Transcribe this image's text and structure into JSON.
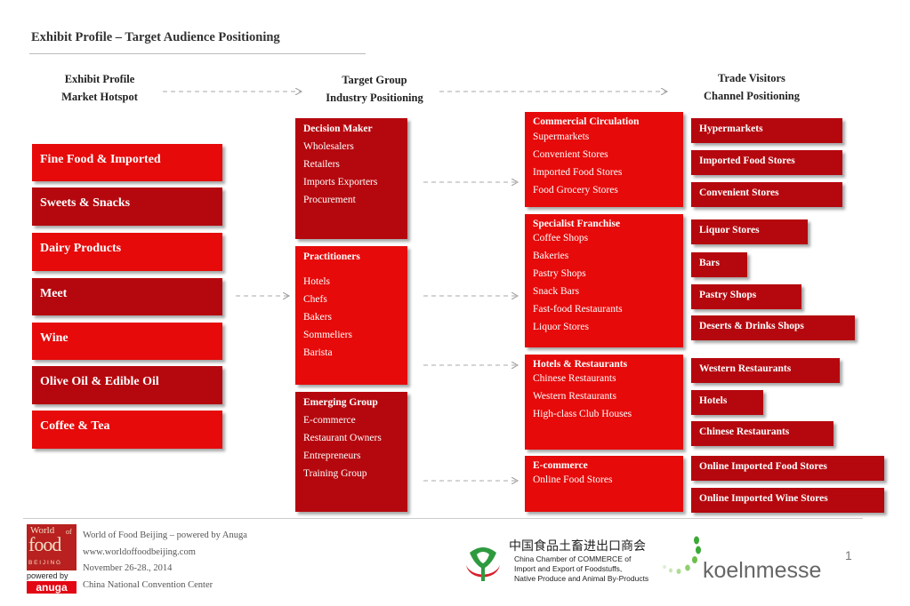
{
  "title": "Exhibit Profile – Target Audience Positioning",
  "columns": {
    "exhibit": [
      "Exhibit Profile",
      "Market Hotspot"
    ],
    "target": [
      "Target Group",
      "Industry Positioning"
    ],
    "trade": [
      "Trade Visitors",
      "Channel Positioning"
    ]
  },
  "categories": [
    "Fine Food & Imported",
    "Sweets & Snacks",
    "Dairy Products",
    "Meet",
    "Wine",
    "Olive Oil & Edible Oil",
    "Coffee & Tea"
  ],
  "target_groups": [
    {
      "title": "Decision Maker",
      "items": [
        "Wholesalers",
        "Retailers",
        "Imports Exporters",
        "Procurement"
      ]
    },
    {
      "title": "Practitioners",
      "items": [
        "Hotels",
        "Chefs",
        "Bakers",
        "Sommeliers",
        "Barista"
      ]
    },
    {
      "title": "Emerging Group",
      "items": [
        "E-commerce",
        "Restaurant Owners",
        "Entrepreneurs",
        "Training Group"
      ]
    }
  ],
  "channel_groups": [
    {
      "title": "Commercial Circulation",
      "items": [
        "Supermarkets",
        "Convenient Stores",
        "Imported Food Stores",
        "Food Grocery Stores"
      ]
    },
    {
      "title": "Specialist Franchise",
      "items": [
        "Coffee Shops",
        "Bakeries",
        "Pastry Shops",
        "Snack Bars",
        "Fast-food Restaurants",
        "Liquor Stores"
      ]
    },
    {
      "title": "Hotels & Restaurants",
      "items": [
        "Chinese Restaurants",
        "Western Restaurants",
        "High-class Club Houses"
      ]
    },
    {
      "title": "E-commerce",
      "items": [
        "Online Food Stores"
      ]
    }
  ],
  "channels": [
    "Hypermarkets",
    "Imported Food Stores",
    "Convenient Stores",
    "Liquor Stores",
    "Bars",
    "Pastry Shops",
    "Deserts & Drinks Shops",
    "Western Restaurants",
    "Hotels",
    "Chinese Restaurants",
    "Online Imported Food Stores",
    "Online Imported Wine Stores"
  ],
  "footer": {
    "lines": [
      "World of Food Beijing – powered by Anuga",
      "www.worldoffoodbeijing.com",
      "November 26-28., 2014",
      "China National Convention Center"
    ],
    "page_number": "1",
    "cn_title": "中国食品土畜进出口商会",
    "cn_sub": [
      "China Chamber of COMMERCE of",
      "Import and Export of Foodstuffs,",
      "Native Produce and Animal By-Products"
    ],
    "koelnmesse": "koelnmesse",
    "logo_top": "World",
    "logo_word": "food",
    "logo_of": "of",
    "logo_city": "B E I J I N G",
    "logo_powered": "powered by",
    "logo_anuga": "anuga"
  },
  "colors": {
    "red": "#e60a0a",
    "dark_red": "#b5080e"
  }
}
